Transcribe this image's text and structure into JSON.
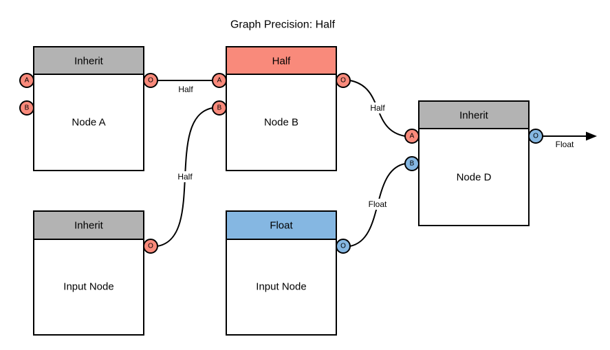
{
  "title": "Graph Precision: Half",
  "colors": {
    "salmon": "#f98a7b",
    "blue": "#85b7e2",
    "gray": "#b3b3b3",
    "stroke": "#000000",
    "background": "#ffffff"
  },
  "nodes": {
    "node_a": {
      "header": "Inherit",
      "label": "Node A",
      "port_a": "A",
      "port_b": "B",
      "port_o": "O"
    },
    "node_b": {
      "header": "Half",
      "label": "Node B",
      "port_a": "A",
      "port_b": "B",
      "port_o": "O"
    },
    "node_d": {
      "header": "Inherit",
      "label": "Node D",
      "port_a": "A",
      "port_b": "B",
      "port_o": "O"
    },
    "input_left": {
      "header": "Inherit",
      "label": "Input Node",
      "port_o": "O"
    },
    "input_mid": {
      "header": "Float",
      "label": "Input Node",
      "port_o": "O"
    }
  },
  "edges": {
    "a_to_b": {
      "label": "Half"
    },
    "input_left_to_b": {
      "label": "Half"
    },
    "b_to_d": {
      "label": "Half"
    },
    "input_mid_to_d": {
      "label": "Float"
    },
    "d_output": {
      "label": "Float"
    }
  }
}
